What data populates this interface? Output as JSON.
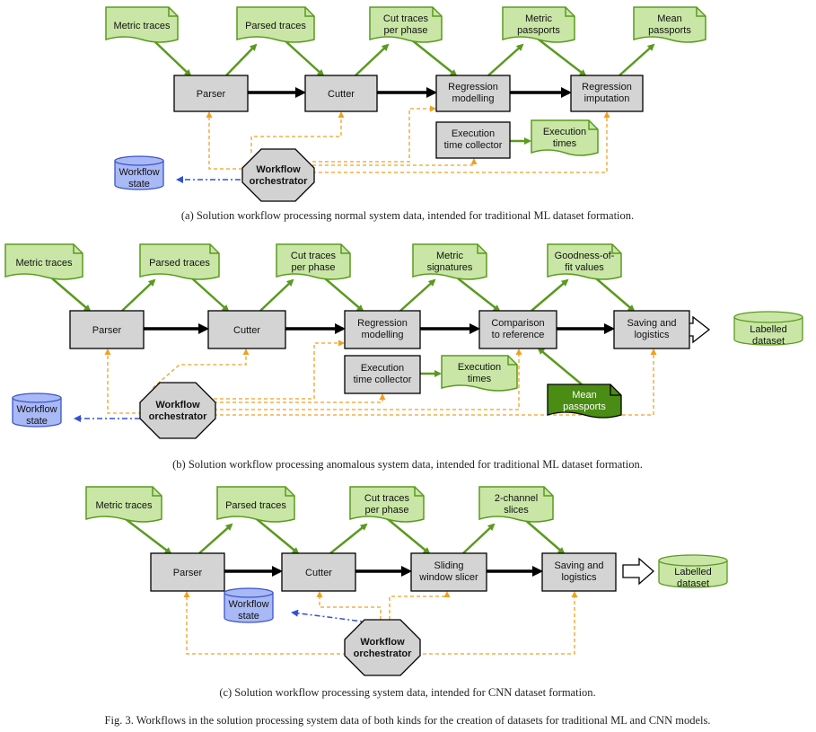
{
  "colors": {
    "process_fill": "#d4d4d4",
    "doc_fill": "#c9e6a6",
    "doc_stroke": "#5a9a1e",
    "doc_dark_fill": "#4a8c14",
    "db_fill": "#a9b9f5",
    "db_stroke": "#3b55c9",
    "orch_fill": "#d2d2d2",
    "orange": "#f0a020",
    "blue": "#3050d8"
  },
  "diagram_a": {
    "docs": [
      "Metric traces",
      "Parsed traces",
      "Cut traces|per phase",
      "Metric|passports",
      "Mean|passports"
    ],
    "procs": [
      "Parser",
      "Cutter",
      "Regression|modelling",
      "Regression|imputation"
    ],
    "exec_collector": "Execution|time collector",
    "exec_times": "Execution|times",
    "orchestrator": "Workflow|orchestrator",
    "state": "Workflow|state",
    "caption": "(a) Solution workflow processing normal system data, intended for traditional ML dataset formation."
  },
  "diagram_b": {
    "docs": [
      "Metric traces",
      "Parsed traces",
      "Cut traces|per phase",
      "Metric|signatures",
      "Goodness-of-|fit values"
    ],
    "procs": [
      "Parser",
      "Cutter",
      "Regression|modelling",
      "Comparison|to reference",
      "Saving and|logistics"
    ],
    "exec_collector": "Execution|time collector",
    "exec_times": "Execution|times",
    "mean_passports": "Mean|passports",
    "dataset": "Labelled|dataset",
    "orchestrator": "Workflow|orchestrator",
    "state": "Workflow|state",
    "caption": "(b) Solution workflow processing anomalous system data, intended for traditional ML dataset formation."
  },
  "diagram_c": {
    "docs": [
      "Metric traces",
      "Parsed traces",
      "Cut traces|per phase",
      "2-channel|slices"
    ],
    "procs": [
      "Parser",
      "Cutter",
      "Sliding|window slicer",
      "Saving and|logistics"
    ],
    "dataset": "Labelled|dataset",
    "orchestrator": "Workflow|orchestrator",
    "state": "Workflow|state",
    "caption": "(c) Solution workflow processing system data, intended for CNN dataset formation."
  },
  "footer_text": "Fig. 3. Workflows in the solution processing system data of both kinds for the creation of datasets for traditional ML and CNN models."
}
